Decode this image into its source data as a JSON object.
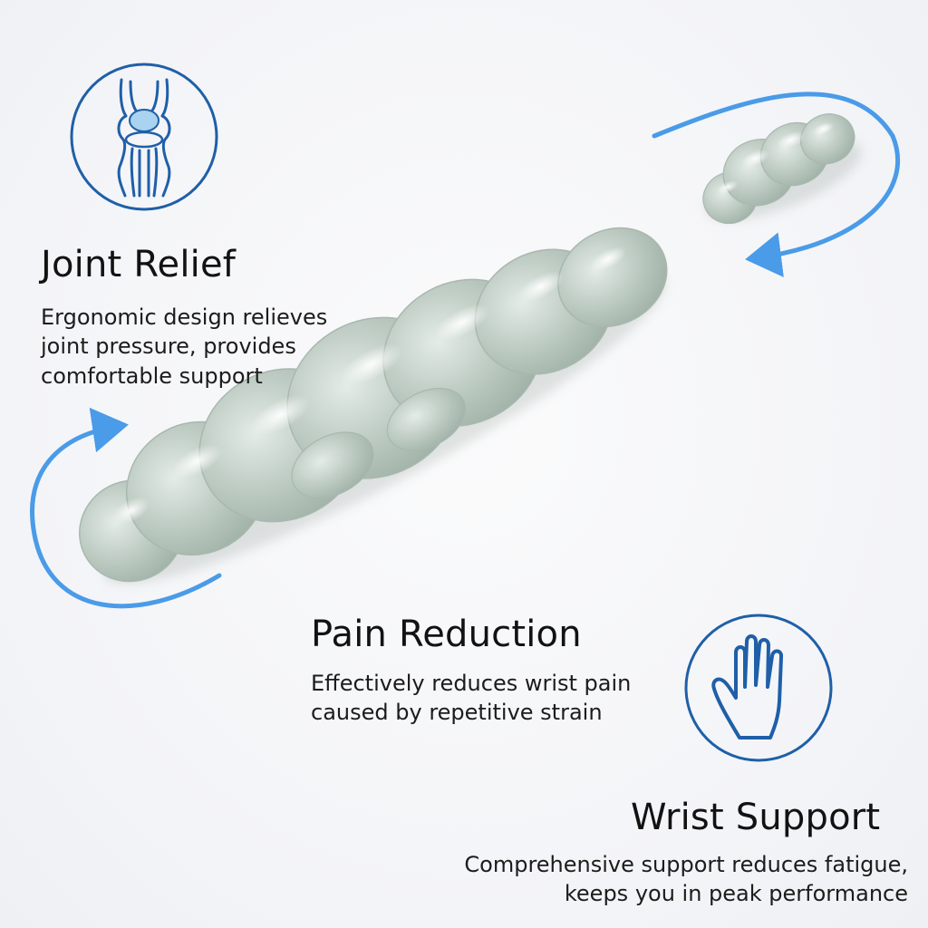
{
  "features": [
    {
      "id": "joint-relief",
      "title": "Joint Relief",
      "description_lines": [
        "Ergonomic design relieves",
        "joint pressure, provides",
        "comfortable support"
      ],
      "icon": "knee-joint-icon"
    },
    {
      "id": "pain-reduction",
      "title": "Pain Reduction",
      "description_lines": [
        "Effectively reduces wrist pain",
        "caused by repetitive strain"
      ]
    },
    {
      "id": "wrist-support",
      "title": "Wrist Support",
      "description_lines": [
        "Comprehensive support reduces fatigue,",
        "keeps you in peak performance"
      ],
      "icon": "hand-icon"
    }
  ],
  "colors": {
    "accent_blue": "#1f5fa8",
    "arrow_blue": "#4a9be8",
    "gel_green": "#b9c7bf",
    "text": "#121212"
  }
}
